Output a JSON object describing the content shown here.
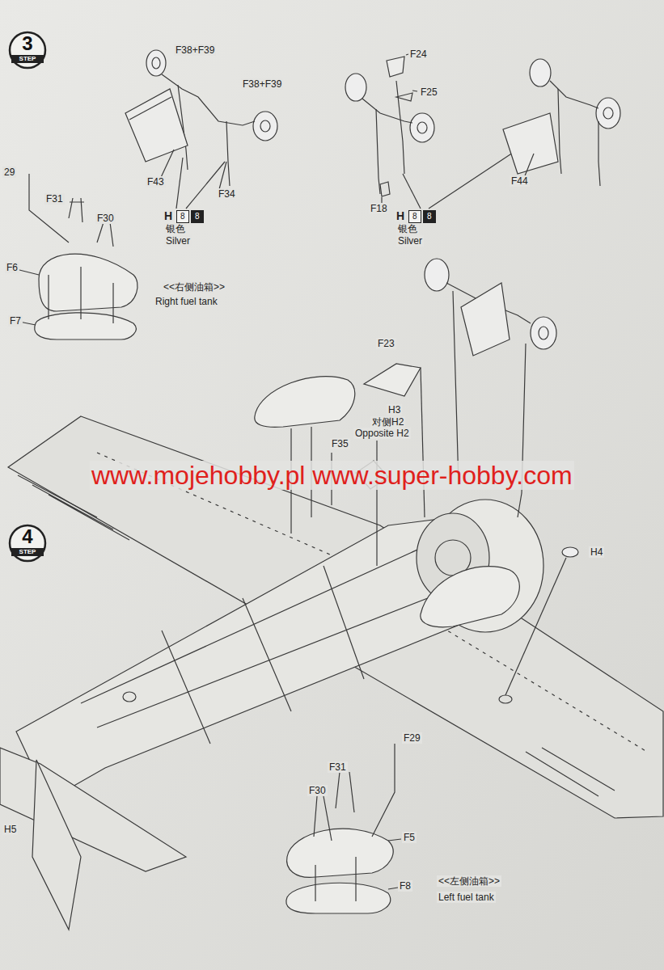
{
  "diagram": {
    "nodes": [
      {
        "text": [
          "3",
          "STEP"
        ]
      },
      {
        "text": [
          "4",
          "STEP"
        ]
      }
    ],
    "labels": [
      "F38+F39",
      "F38+F39",
      "F43",
      "F34",
      "H",
      "8",
      "8",
      "银色",
      "Silver",
      "F24",
      "F25",
      "F18",
      "H",
      "8",
      "8",
      "银色",
      "Silver",
      "F44",
      "29",
      "F31",
      "F30",
      "F6",
      "F7",
      "<<右侧油箱>>",
      "Right fuel tank",
      "F23",
      "H3",
      "对侧H2",
      "Opposite H2",
      "F35",
      "www.mojehobby.pl www.super-hobby.com",
      "H4",
      "F29",
      "F31",
      "F30",
      "F5",
      "F8",
      "<<左侧油箱>>",
      "Left fuel tank",
      "H5"
    ]
  }
}
